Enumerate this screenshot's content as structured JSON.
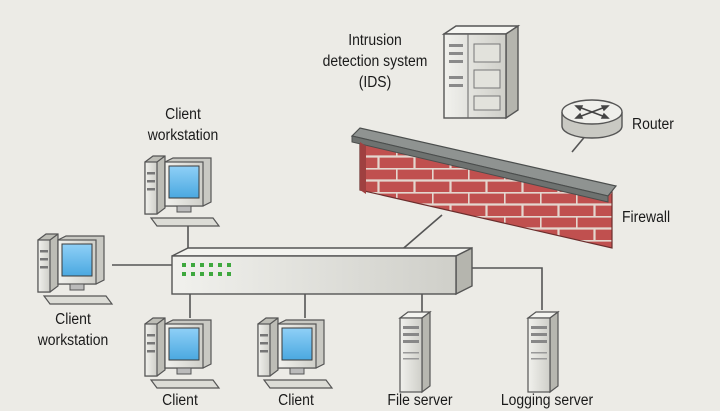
{
  "nodes": {
    "ids": "Intrusion\ndetection system\n(IDS)",
    "router": "Router",
    "firewall": "Firewall",
    "client_top": "Client\nworkstation",
    "client_left": "Client\nworkstation",
    "client_bottom_1": "Client",
    "client_bottom_2": "Client",
    "file_server": "File server",
    "logging_server": "Logging server"
  },
  "colors": {
    "background": "#ecebe6",
    "brick": "#c0504f",
    "mortar": "#e4d7cf",
    "monitor_screen": "#5ab4ea",
    "device_body": "#dadad4",
    "hub_lights": "#3ea83e",
    "wire": "#555555"
  },
  "icons": {
    "ids": "server-tower-icon",
    "router": "router-icon",
    "firewall": "brick-wall-icon",
    "hub": "network-switch-icon",
    "clients": "desktop-computer-icon",
    "servers": "server-tower-icon"
  }
}
